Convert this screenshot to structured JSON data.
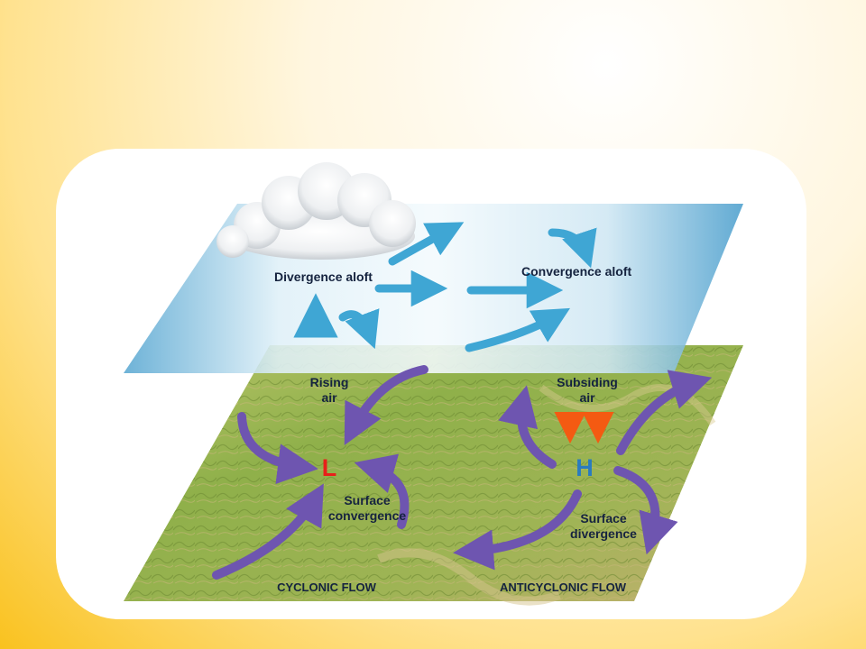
{
  "labels": {
    "divergence_aloft": "Divergence aloft",
    "convergence_aloft": "Convergence aloft",
    "rising_line1": "Rising",
    "rising_line2": "air",
    "subsiding_line1": "Subsiding",
    "subsiding_line2": "air",
    "low": "L",
    "high": "H",
    "surface_convergence_line1": "Surface",
    "surface_convergence_line2": "convergence",
    "surface_divergence_line1": "Surface",
    "surface_divergence_line2": "divergence",
    "cyclonic_flow": "CYCLONIC FLOW",
    "anticyclonic_flow": "ANTICYCLONIC FLOW"
  },
  "colors": {
    "background": "#f9c21f",
    "card": "#ffffff",
    "upper_plane": "#7fbfe0",
    "terrain": "#8fb04a",
    "blue_arrow": "#3fa6d4",
    "purple_arrow": "#6e55b0",
    "orange_column": "#f45a12",
    "low_label": "#e8201a",
    "high_label": "#2a7bbf"
  }
}
